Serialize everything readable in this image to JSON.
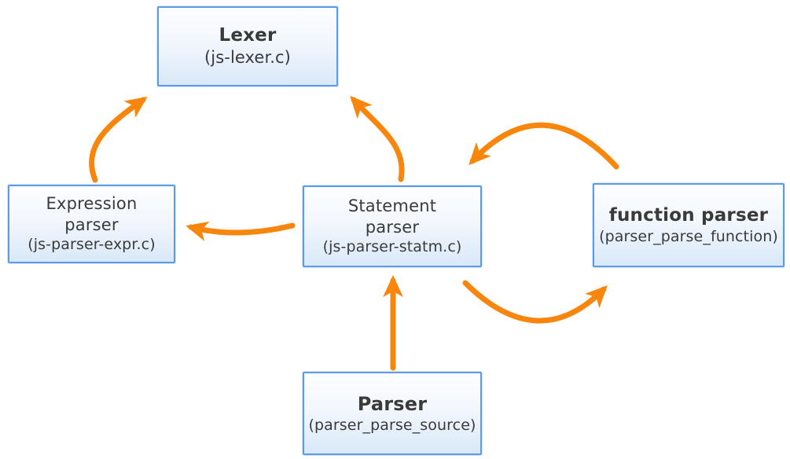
{
  "diagram": {
    "nodes": [
      {
        "id": "lexer",
        "title": "Lexer",
        "subtitle": "(js-lexer.c)"
      },
      {
        "id": "expression-parser",
        "title": "Expression\nparser",
        "subtitle": "(js-parser-expr.c)"
      },
      {
        "id": "statement-parser",
        "title": "Statement\nparser",
        "subtitle": "(js-parser-statm.c)"
      },
      {
        "id": "function-parser",
        "title": "function parser",
        "subtitle": "(parser_parse_function)"
      },
      {
        "id": "parser",
        "title": "Parser",
        "subtitle": "(parser_parse_source)"
      }
    ],
    "edges": [
      {
        "from": "expression-parser",
        "to": "lexer"
      },
      {
        "from": "statement-parser",
        "to": "lexer"
      },
      {
        "from": "statement-parser",
        "to": "expression-parser"
      },
      {
        "from": "function-parser",
        "to": "statement-parser"
      },
      {
        "from": "statement-parser",
        "to": "function-parser"
      },
      {
        "from": "parser",
        "to": "statement-parser"
      }
    ],
    "colors": {
      "arrow": "#F8860D",
      "box_border": "#5C9CE6",
      "box_fill_top": "#FDFEFF",
      "box_fill_bottom": "#D9E8F8",
      "text": "#3A3A3A",
      "background": "#FFFFFF"
    }
  }
}
